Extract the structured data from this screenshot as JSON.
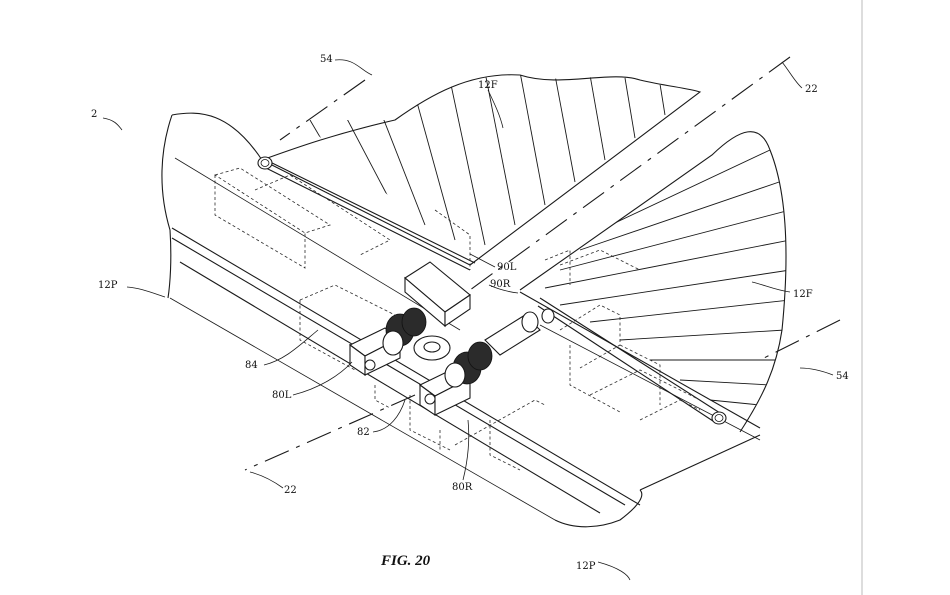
{
  "figure": {
    "caption": "FIG. 20",
    "labels": {
      "ref_2": "2",
      "ref_54_top": "54",
      "ref_54_right": "54",
      "ref_22_top": "22",
      "ref_22_bottom": "22",
      "ref_12F_top": "12F",
      "ref_12F_right": "12F",
      "ref_12P_left": "12P",
      "ref_12P_bottom": "12P",
      "ref_90L": "90L",
      "ref_90R": "90R",
      "ref_84": "84",
      "ref_80L": "80L",
      "ref_82": "82",
      "ref_80R": "80R"
    }
  }
}
